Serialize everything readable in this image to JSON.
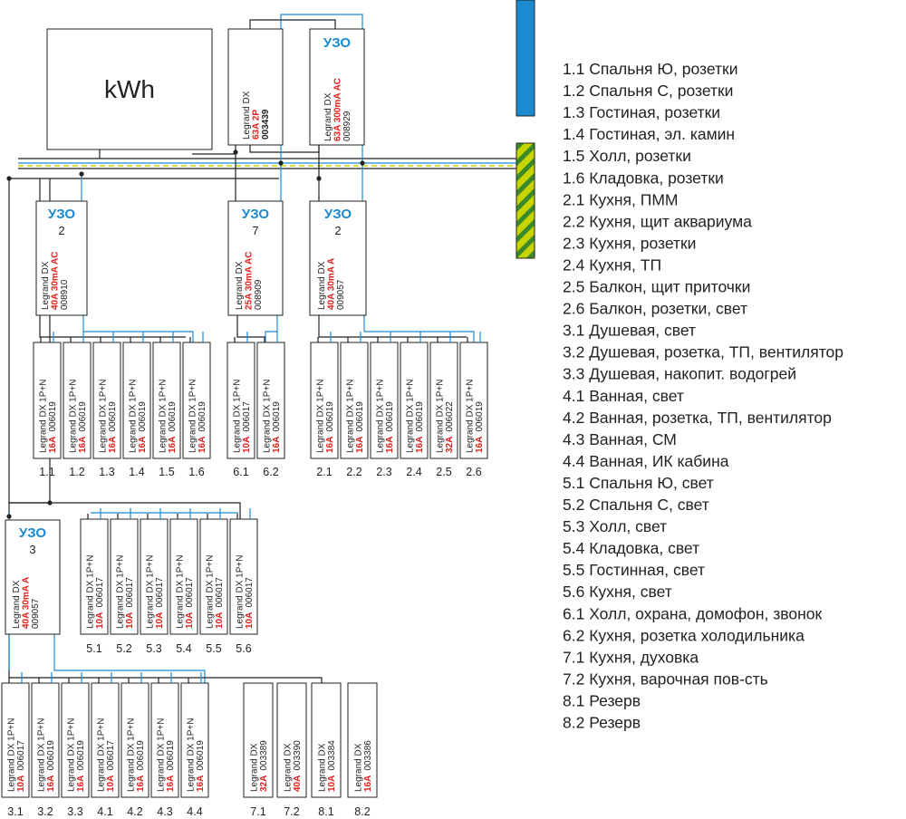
{
  "meter": {
    "label": "kWh"
  },
  "main_breaker": {
    "brand": "Legrand DX",
    "rating": "63A 2P",
    "code": "003439"
  },
  "main_rcd": {
    "title": "УЗО",
    "brand": "Legrand DX",
    "rating": "63A 300mA AC",
    "code": "008929"
  },
  "colors": {
    "phase": "#222222",
    "neutral": "#1b8bd1",
    "earth": "#c8d400",
    "rating": "#e0201b"
  },
  "rcds": [
    {
      "title": "УЗО",
      "poles": "2",
      "brand": "Legrand DX",
      "rating": "40A 30mA AC",
      "code": "008910"
    },
    {
      "title": "УЗО",
      "poles": "7",
      "brand": "Legrand DX",
      "rating": "25A 30mA AC",
      "code": "008909"
    },
    {
      "title": "УЗО",
      "poles": "2",
      "brand": "Legrand DX",
      "rating": "40A 30mA A",
      "code": "009057"
    },
    {
      "title": "УЗО",
      "poles": "3",
      "brand": "Legrand DX",
      "rating": "40A 30mA A",
      "code": "009057"
    }
  ],
  "breakers": [
    {
      "id": "1.1",
      "brand": "Legrand DX 1P+N",
      "rating": "16A",
      "code": "006019"
    },
    {
      "id": "1.2",
      "brand": "Legrand DX 1P+N",
      "rating": "16A",
      "code": "006019"
    },
    {
      "id": "1.3",
      "brand": "Legrand DX 1P+N",
      "rating": "16A",
      "code": "006019"
    },
    {
      "id": "1.4",
      "brand": "Legrand DX 1P+N",
      "rating": "16A",
      "code": "006019"
    },
    {
      "id": "1.5",
      "brand": "Legrand DX 1P+N",
      "rating": "16A",
      "code": "006019"
    },
    {
      "id": "1.6",
      "brand": "Legrand DX 1P+N",
      "rating": "16A",
      "code": "006019"
    },
    {
      "id": "6.1",
      "brand": "Legrand DX 1P+N",
      "rating": "10A",
      "code": "006017"
    },
    {
      "id": "6.2",
      "brand": "Legrand DX 1P+N",
      "rating": "16A",
      "code": "006019"
    },
    {
      "id": "2.1",
      "brand": "Legrand DX 1P+N",
      "rating": "16A",
      "code": "006019"
    },
    {
      "id": "2.2",
      "brand": "Legrand DX 1P+N",
      "rating": "16A",
      "code": "006019"
    },
    {
      "id": "2.3",
      "brand": "Legrand DX 1P+N",
      "rating": "16A",
      "code": "006019"
    },
    {
      "id": "2.4",
      "brand": "Legrand DX 1P+N",
      "rating": "16A",
      "code": "006019"
    },
    {
      "id": "2.5",
      "brand": "Legrand DX 1P+N",
      "rating": "32A",
      "code": "006022"
    },
    {
      "id": "2.6",
      "brand": "Legrand DX 1P+N",
      "rating": "16A",
      "code": "006019"
    },
    {
      "id": "5.1",
      "brand": "Legrand DX 1P+N",
      "rating": "10A",
      "code": "006017"
    },
    {
      "id": "5.2",
      "brand": "Legrand DX 1P+N",
      "rating": "10A",
      "code": "006017"
    },
    {
      "id": "5.3",
      "brand": "Legrand DX 1P+N",
      "rating": "10A",
      "code": "006017"
    },
    {
      "id": "5.4",
      "brand": "Legrand DX 1P+N",
      "rating": "10A",
      "code": "006017"
    },
    {
      "id": "5.5",
      "brand": "Legrand DX 1P+N",
      "rating": "10A",
      "code": "006017"
    },
    {
      "id": "5.6",
      "brand": "Legrand DX 1P+N",
      "rating": "10A",
      "code": "006017"
    },
    {
      "id": "3.1",
      "brand": "Legrand DX 1P+N",
      "rating": "10A",
      "code": "006017"
    },
    {
      "id": "3.2",
      "brand": "Legrand DX 1P+N",
      "rating": "16A",
      "code": "006019"
    },
    {
      "id": "3.3",
      "brand": "Legrand DX 1P+N",
      "rating": "16A",
      "code": "006019"
    },
    {
      "id": "4.1",
      "brand": "Legrand DX 1P+N",
      "rating": "10A",
      "code": "006017"
    },
    {
      "id": "4.2",
      "brand": "Legrand DX 1P+N",
      "rating": "16A",
      "code": "006019"
    },
    {
      "id": "4.3",
      "brand": "Legrand DX 1P+N",
      "rating": "16A",
      "code": "006019"
    },
    {
      "id": "4.4",
      "brand": "Legrand DX 1P+N",
      "rating": "16A",
      "code": "006019"
    },
    {
      "id": "7.1",
      "brand": "Legrand DX",
      "rating": "32A",
      "code": "003389"
    },
    {
      "id": "7.2",
      "brand": "Legrand DX",
      "rating": "40A",
      "code": "003390"
    },
    {
      "id": "8.1",
      "brand": "Legrand DX",
      "rating": "10A",
      "code": "003384"
    },
    {
      "id": "8.2",
      "brand": "Legrand DX",
      "rating": "16A",
      "code": "003386"
    }
  ],
  "legend": [
    "1.1 Спальня Ю, розетки",
    "1.2 Спальня С, розетки",
    "1.3 Гостиная, розетки",
    "1.4 Гостиная, эл. камин",
    "1.5 Холл, розетки",
    "1.6 Кладовка, розетки",
    "2.1 Кухня, ПММ",
    "2.2 Кухня, щит аквариума",
    "2.3 Кухня, розетки",
    "2.4 Кухня, ТП",
    "2.5 Балкон, щит приточки",
    "2.6 Балкон, розетки, свет",
    "3.1 Душевая, свет",
    "3.2 Душевая, розетка, ТП, вентилятор",
    "3.3 Душевая, накопит. водогрей",
    "4.1 Ванная, свет",
    "4.2 Ванная, розетка, ТП, вентилятор",
    "4.3 Ванная, СМ",
    "4.4 Ванная, ИК кабина",
    "5.1 Спальня Ю, свет",
    "5.2 Спальня С, свет",
    "5.3 Холл, свет",
    "5.4 Кладовка, свет",
    "5.5 Гостинная, свет",
    "5.6 Кухня, свет",
    "6.1 Холл, охрана, домофон, звонок",
    "6.2 Кухня, розетка холодильника",
    "7.1 Кухня, духовка",
    "7.2 Кухня, варочная пов-сть",
    "8.1 Резерв",
    "8.2 Резерв"
  ]
}
